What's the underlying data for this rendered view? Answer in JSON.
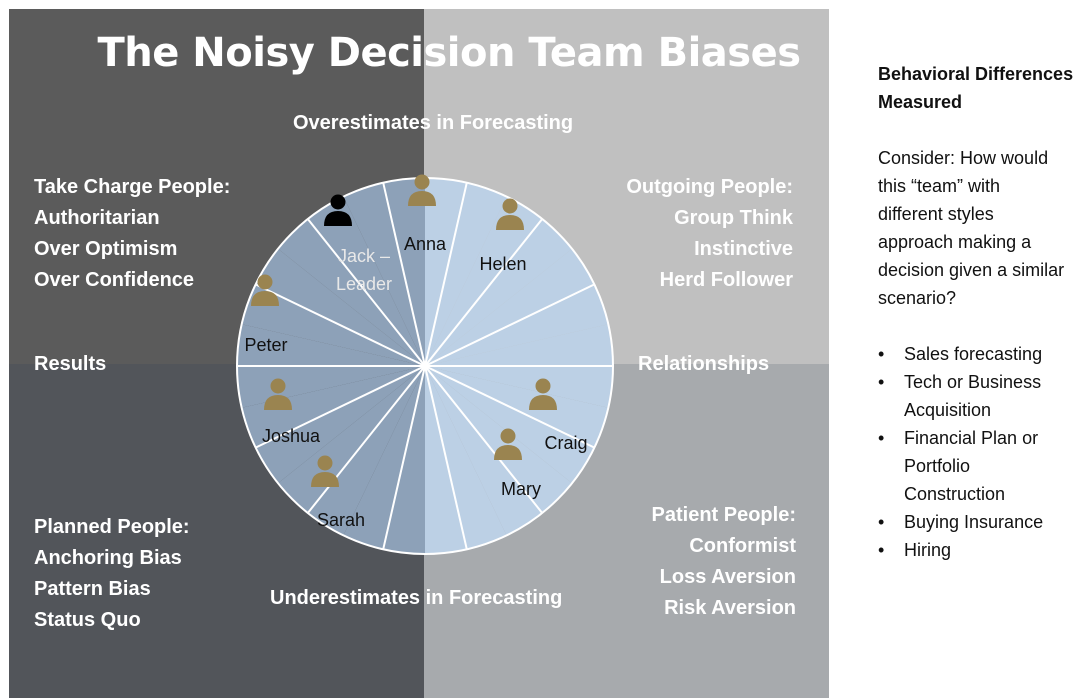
{
  "title": "The Noisy Decision Team Biases",
  "axes": {
    "top": "Overestimates in Forecasting",
    "bottom": "Underestimates in Forecasting",
    "left": "Results",
    "right": "Relationships"
  },
  "quadrants": {
    "top_left": [
      "Take Charge People:",
      "Authoritarian",
      "Over Optimism",
      "Over Confidence"
    ],
    "top_right": [
      "Outgoing People:",
      "Group Think",
      "Instinctive",
      "Herd Follower"
    ],
    "bottom_left": [
      "Planned People:",
      "Anchoring Bias",
      "Pattern Bias",
      "Status Quo"
    ],
    "bottom_right": [
      "Patient People:",
      "Conformist",
      "Loss Aversion",
      "Risk Aversion"
    ]
  },
  "people": [
    {
      "name": "Jack –",
      "name2": "Leader",
      "icon": "person-icon-leader",
      "color": "#000000",
      "label_color": "#e8e8e8"
    },
    {
      "name": "Anna",
      "icon": "person-icon",
      "color": "#9a8450",
      "label_color": "#111111"
    },
    {
      "name": "Helen",
      "icon": "person-icon",
      "color": "#9a8450",
      "label_color": "#111111"
    },
    {
      "name": "Peter",
      "icon": "person-icon",
      "color": "#9a8450",
      "label_color": "#111111"
    },
    {
      "name": "Joshua",
      "icon": "person-icon",
      "color": "#9a8450",
      "label_color": "#111111"
    },
    {
      "name": "Sarah",
      "icon": "person-icon",
      "color": "#9a8450",
      "label_color": "#111111"
    },
    {
      "name": "Craig",
      "icon": "person-icon",
      "color": "#9a8450",
      "label_color": "#111111"
    },
    {
      "name": "Mary",
      "icon": "person-icon",
      "color": "#9a8450",
      "label_color": "#111111"
    }
  ],
  "colors": {
    "wheel_left": "#8da1b8",
    "wheel_right": "#bcd0e5",
    "wheel_lines": "#ffffff",
    "figure_gold": "#9a8450"
  },
  "sidebar": {
    "heading_1": "Behavioral Differences",
    "heading_2": "Measured",
    "consider_1": "Consider: How would",
    "consider_2": "this “team” with",
    "consider_3": "different styles",
    "consider_4": "approach making a",
    "consider_5": "decision given a similar",
    "consider_6": "scenario?",
    "items": [
      "Sales forecasting",
      "Tech or Business",
      "Acquisition",
      "Financial Plan or",
      "Portfolio",
      "Construction",
      "Buying Insurance",
      "Hiring"
    ]
  }
}
